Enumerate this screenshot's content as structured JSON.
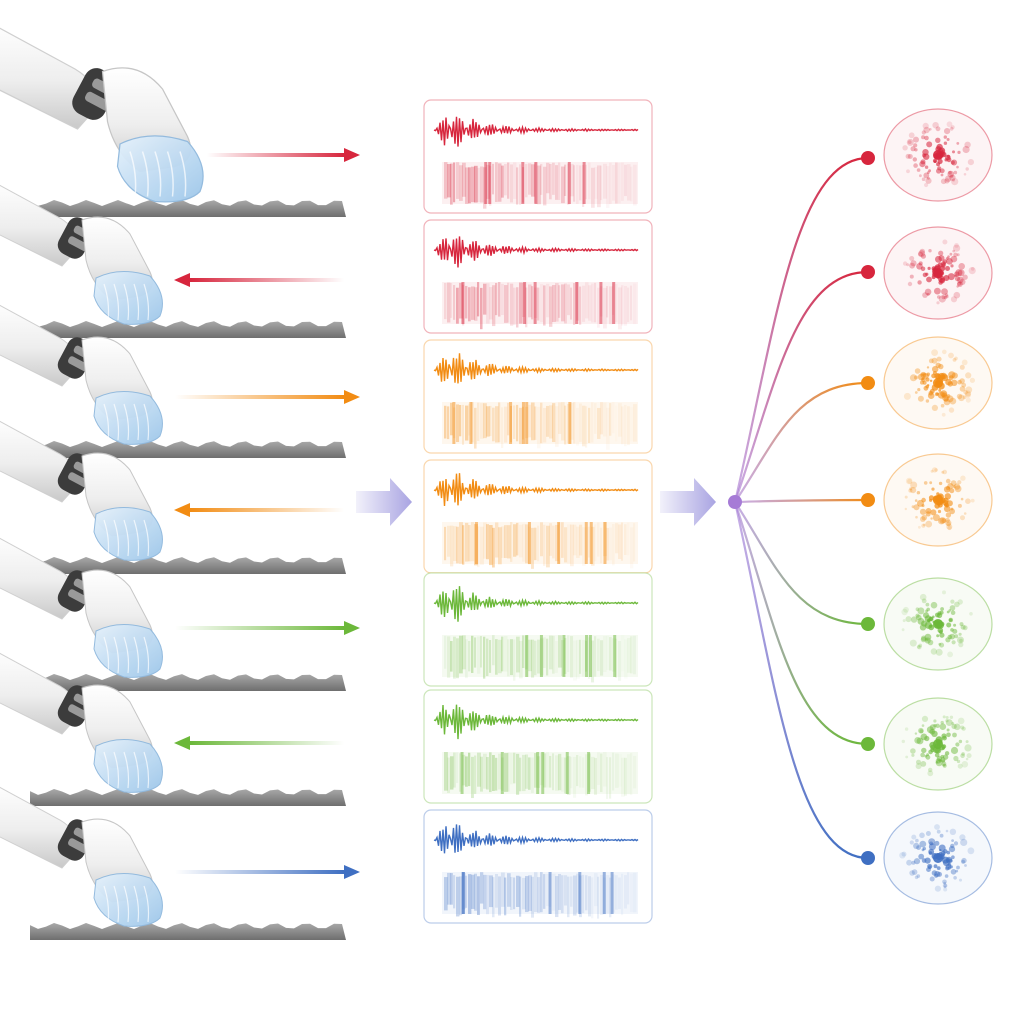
{
  "colors": {
    "red": "#d7263d",
    "orange": "#f28c13",
    "green": "#6cb83a",
    "blue": "#3f6fc2",
    "purple": "#a67bd6",
    "big_arrow": "#a9a4e2",
    "surface": "#8d8d8d",
    "sleeve": "#f4f4f4",
    "fingertip": "#b9d8f2"
  },
  "rows": [
    {
      "color": "red",
      "direction": "right"
    },
    {
      "color": "red",
      "direction": "left"
    },
    {
      "color": "orange",
      "direction": "right"
    },
    {
      "color": "orange",
      "direction": "left"
    },
    {
      "color": "green",
      "direction": "right"
    },
    {
      "color": "green",
      "direction": "left"
    },
    {
      "color": "blue",
      "direction": "right"
    }
  ],
  "clusters": [
    {
      "color": "red"
    },
    {
      "color": "red"
    },
    {
      "color": "orange"
    },
    {
      "color": "orange"
    },
    {
      "color": "green"
    },
    {
      "color": "green"
    },
    {
      "color": "blue"
    }
  ],
  "icons": {
    "finger": "robotic-finger-icon",
    "surface": "textured-surface-icon",
    "arrow": "motion-arrow-icon",
    "waveform": "vibration-waveform-icon",
    "spectrogram": "spectrogram-icon",
    "node": "branch-node-icon",
    "cluster": "embedding-cluster-icon"
  }
}
